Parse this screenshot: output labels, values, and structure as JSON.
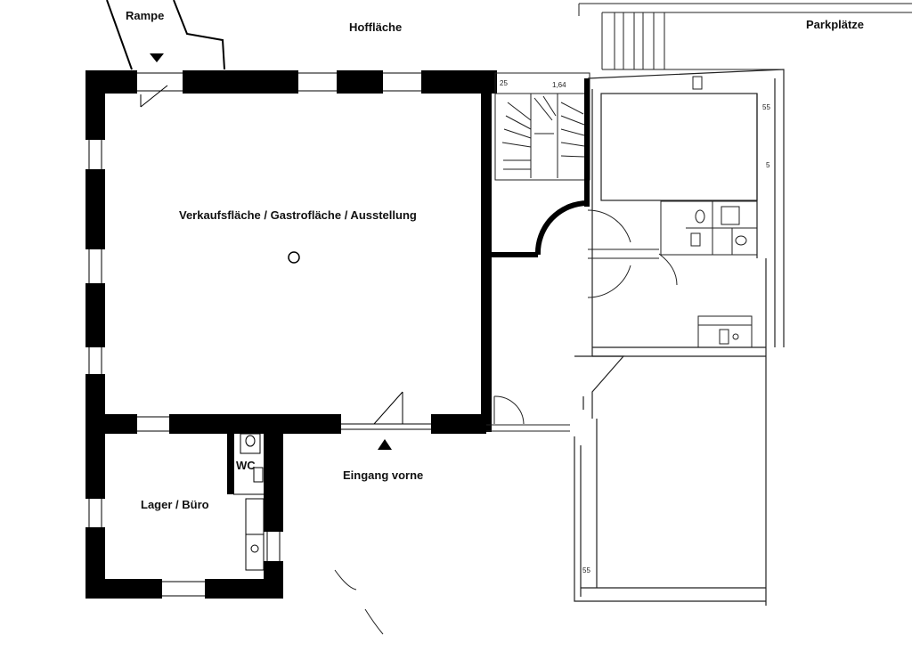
{
  "labels": {
    "rampe": "Rampe",
    "hofflaeche": "Hoffläche",
    "parkplaetze": "Parkplätze",
    "verkaufsflaeche": "Verkaufsfläche / Gastrofläche / Ausstellung",
    "wc": "WC",
    "lager_buero": "Lager / Büro",
    "eingang_vorne": "Eingang vorne"
  },
  "dimensions": {
    "d25": "25",
    "d164": "1,64",
    "d55_top": "55",
    "d5": "5",
    "d55_bottom": "55"
  },
  "colors": {
    "wall": "#000000",
    "thin_line": "#333333",
    "background": "#ffffff"
  }
}
